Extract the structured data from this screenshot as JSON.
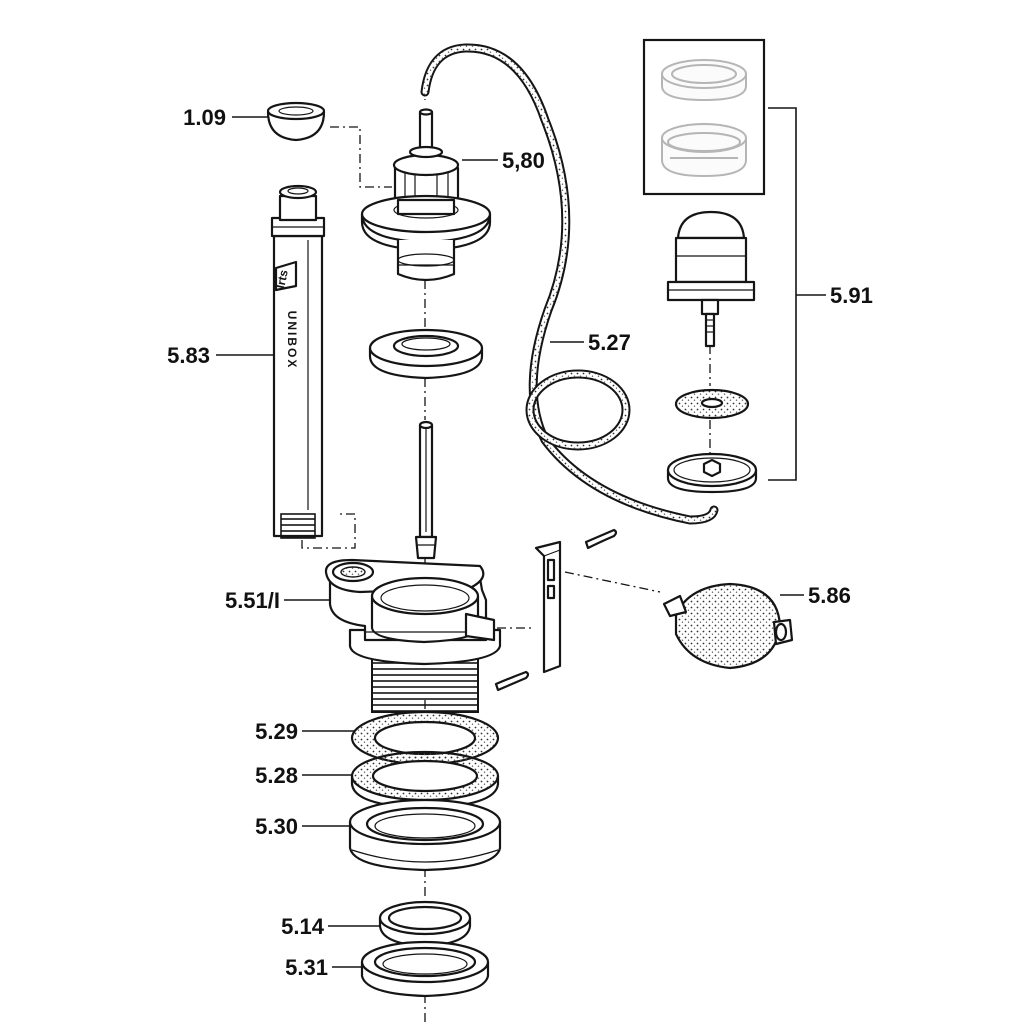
{
  "labels": {
    "p109": "1.09",
    "p580": "5,80",
    "p583": "5.83",
    "p527": "5.27",
    "p591": "5.91",
    "p551": "5.51/I",
    "p586": "5.86",
    "p529": "5.29",
    "p528": "5.28",
    "p530": "5.30",
    "p514": "5.14",
    "p531": "5.31"
  },
  "stamps": {
    "brand": "Irts",
    "product": "UNIBOX"
  }
}
